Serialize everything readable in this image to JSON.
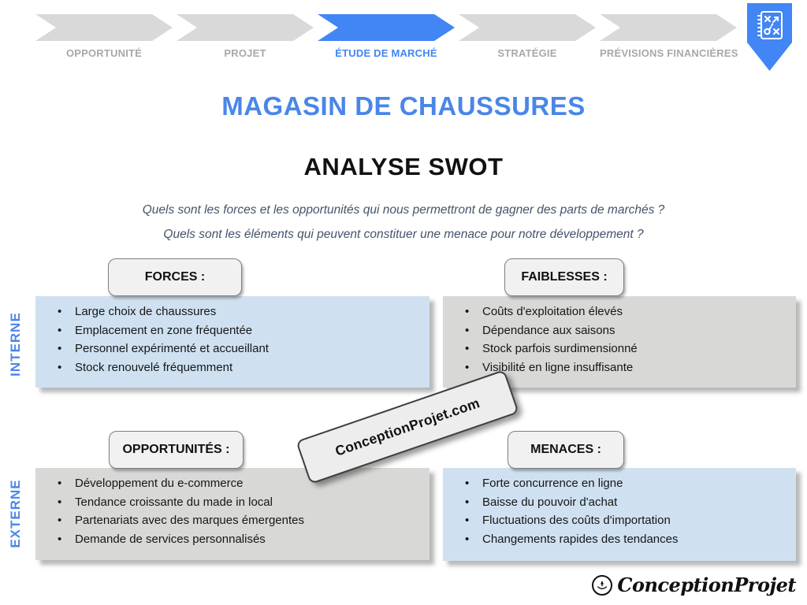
{
  "process_bar": {
    "steps": [
      {
        "label": "OPPORTUNITÉ",
        "active": false
      },
      {
        "label": "PROJET",
        "active": false
      },
      {
        "label": "ÉTUDE DE MARCHÉ",
        "active": true
      },
      {
        "label": "STRATÉGIE",
        "active": false
      },
      {
        "label": "PRÉVISIONS FINANCIÈRES",
        "active": false
      }
    ]
  },
  "titles": {
    "main": "MAGASIN DE CHAUSSURES",
    "subtitle": "ANALYSE SWOT"
  },
  "questions": {
    "line1": "Quels sont les forces et les opportunités qui nous permettront de gagner des parts de marchés ?",
    "line2": "Quels sont les éléments qui peuvent constituer une menace pour notre développement ?"
  },
  "swot": {
    "axis_labels": {
      "interne": "INTERNE",
      "externe": "EXTERNE"
    },
    "forces": {
      "title": "FORCES :",
      "items": [
        "Large choix de chaussures",
        "Emplacement en zone fréquentée",
        "Personnel expérimenté et accueillant",
        "Stock renouvelé fréquemment"
      ]
    },
    "faiblesses": {
      "title": "FAIBLESSES :",
      "items": [
        "Coûts d'exploitation élevés",
        "Dépendance aux saisons",
        "Stock parfois surdimensionné",
        "Visibilité en ligne insuffisante"
      ]
    },
    "opportunites": {
      "title": "OPPORTUNITÉS :",
      "items": [
        "Développement du e-commerce",
        "Tendance croissante du made in local",
        "Partenariats avec des marques émergentes",
        "Demande de services personnalisés"
      ]
    },
    "menaces": {
      "title": "MENACES :",
      "items": [
        "Forte concurrence en ligne",
        "Baisse du pouvoir d'achat",
        "Fluctuations des coûts d'importation",
        "Changements rapides des tendances"
      ]
    }
  },
  "watermark": {
    "text": "ConceptionProjet.com"
  },
  "footer_logo": {
    "text": "ConceptionProjet"
  },
  "colors": {
    "accent_blue": "#4285F4",
    "title_blue": "#4A86E8",
    "panel_blue": "#CFE1F1",
    "panel_gray": "#D8D8D6",
    "arrow_inactive": "#D9D9D9",
    "label_gray": "#A8A8A8",
    "question_text": "#44546A"
  }
}
